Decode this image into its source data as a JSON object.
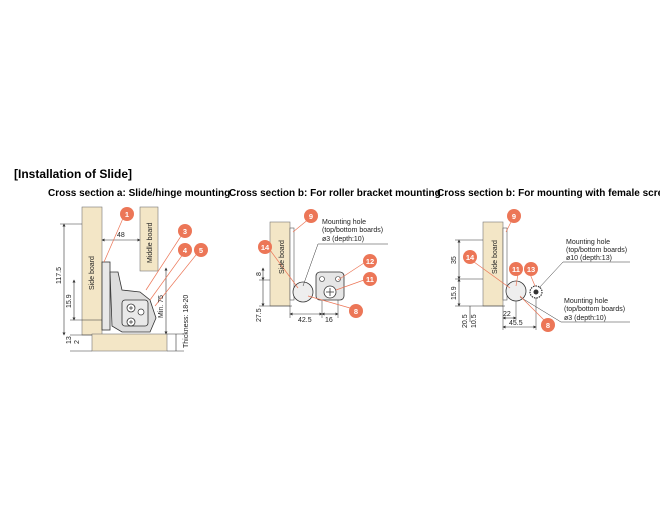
{
  "heading": "[Installation of Slide]",
  "sections": {
    "a": {
      "title": "Cross section a: Slide/hinge mounting",
      "side_board": "Side board",
      "middle_board": "Middle board",
      "dims": {
        "d117_5": "117.5",
        "d15_9": "15.9",
        "d13": "13",
        "d2": "2",
        "d48": "48",
        "min75": "Min. 75",
        "thickness": "Thickness: 18-20"
      },
      "callouts": [
        "1",
        "3",
        "4",
        "5"
      ]
    },
    "b1": {
      "title": "Cross section b: For roller bracket mounting",
      "side_board": "Side board",
      "mount_hole": {
        "line1": "Mounting hole",
        "line2": "(top/bottom boards)",
        "line3": "ø3 (depth:10)"
      },
      "dims": {
        "d8": "8",
        "d27_5": "27.5",
        "d42_5": "42.5",
        "d16": "16"
      },
      "callouts": [
        "9",
        "14",
        "12",
        "11",
        "8"
      ]
    },
    "b2": {
      "title": "Cross section b: For mounting with female screw",
      "side_board": "Side board",
      "mount_hole_a": {
        "line1": "Mounting hole",
        "line2": "(top/bottom boards)",
        "line3": "ø10 (depth:13)"
      },
      "mount_hole_b": {
        "line1": "Mounting hole",
        "line2": "(top/bottom boards)",
        "line3": "ø3 (depth:10)"
      },
      "dims": {
        "d35": "35",
        "d15_9": "15.9",
        "d20_5": "20.5",
        "d10_5": "10.5",
        "d22": "22",
        "d45_5": "45.5"
      },
      "callouts": [
        "9",
        "14",
        "11",
        "13",
        "8"
      ]
    }
  },
  "colors": {
    "wood": "#f3e6c6",
    "callout": "#ec7657",
    "line": "#333333"
  }
}
